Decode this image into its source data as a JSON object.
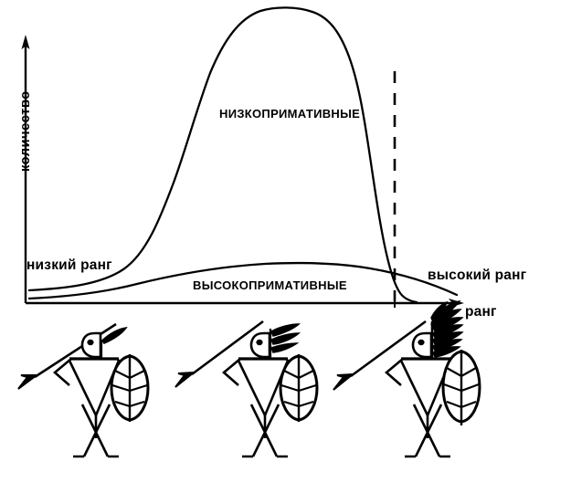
{
  "figure": {
    "title": "",
    "axes": {
      "y_axis_label": "количество",
      "x_axis_label": "ранг",
      "low_rank_label": "низкий ранг",
      "high_rank_label": "высокий ранг"
    },
    "curve_labels": {
      "low_primative": "НИЗКОПРИМАТИВНЫЕ",
      "high_primative": "ВЫСОКОПРИМАТИВНЫЕ"
    },
    "style": {
      "line_color": "#000000",
      "background_color": "#ffffff",
      "stroke_width": 2
    },
    "figures": [
      {
        "name": "warrior-low-rank",
        "feathers": 1,
        "has_spear": true,
        "has_shield": true
      },
      {
        "name": "warrior-mid-rank",
        "feathers": 3,
        "has_spear": true,
        "has_shield": true
      },
      {
        "name": "warrior-high-rank",
        "feathers": 9,
        "has_spear": true,
        "has_shield": true
      }
    ]
  },
  "chart_data": {
    "type": "line",
    "title": "",
    "xlabel": "ранг",
    "ylabel": "количество",
    "xlim": [
      0,
      100
    ],
    "ylim": [
      0,
      100
    ],
    "grid": false,
    "legend": "inline-annotations",
    "annotations": [
      {
        "text": "НИЗКОПРИМАТИВНЫЕ",
        "x": 52,
        "y": 74
      },
      {
        "text": "ВЫСОКОПРИМАТИВНЫЕ",
        "x": 40,
        "y": 8
      },
      {
        "text": "низкий ранг",
        "x": 2,
        "y": 17
      },
      {
        "text": "высокий ранг",
        "x": 93,
        "y": 13
      },
      {
        "text": "ранг",
        "x": 101,
        "y": 0
      }
    ],
    "vertical_marker": {
      "x": 85,
      "style": "dashed",
      "y_from": 0,
      "y_to": 89
    },
    "series": [
      {
        "name": "НИЗКОПРИМАТИВНЫЕ",
        "x": [
          1,
          6,
          11,
          17,
          22,
          28,
          33,
          39,
          44,
          50,
          55,
          61,
          66,
          72,
          77,
          80,
          83,
          85,
          87,
          90,
          94,
          99
        ],
        "values": [
          2,
          3,
          5,
          9,
          17,
          31,
          52,
          74,
          90,
          97,
          100,
          100,
          99,
          95,
          85,
          72,
          50,
          26,
          12,
          6,
          4,
          3
        ]
      },
      {
        "name": "ВЫСОКОПРИМАТИВНЫЕ",
        "x": [
          1,
          6,
          11,
          17,
          22,
          28,
          33,
          39,
          44,
          50,
          55,
          61,
          66,
          72,
          77,
          83,
          88,
          94,
          99
        ],
        "values": [
          1,
          2,
          3,
          5,
          7,
          9,
          11,
          13,
          14,
          15,
          15,
          15,
          15,
          14,
          14,
          13,
          11,
          9,
          6
        ]
      }
    ]
  }
}
